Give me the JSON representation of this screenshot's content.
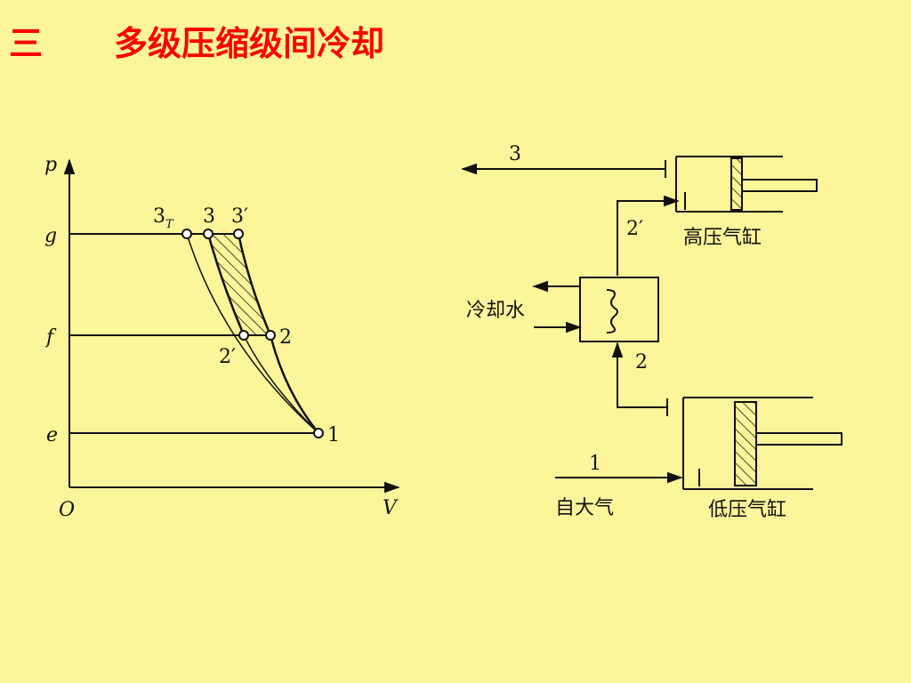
{
  "slide": {
    "section_number": "三",
    "title": "多级压缩级间冷却"
  },
  "pv_diagram": {
    "axis_y_label": "p",
    "axis_x_label": "V",
    "origin_label": "O",
    "pressure_levels": [
      "g",
      "f",
      "e"
    ],
    "points": {
      "p3T_main": "3",
      "p3T_sub": "T",
      "p3": "3",
      "p3prime": "3′",
      "p2prime": "2′",
      "p2": "2",
      "p1": "1"
    }
  },
  "compressor_schematic": {
    "outlet_label": "3",
    "after_cooler_label": "2′",
    "high_pressure_cylinder": "高压气缸",
    "cooling_water": "冷却水",
    "before_cooler_label": "2",
    "inlet_label": "1",
    "inlet_source": "自大气",
    "low_pressure_cylinder": "低压气缸"
  },
  "colors": {
    "background": "#fdf59a",
    "title": "#ff0000",
    "line": "#111111"
  }
}
